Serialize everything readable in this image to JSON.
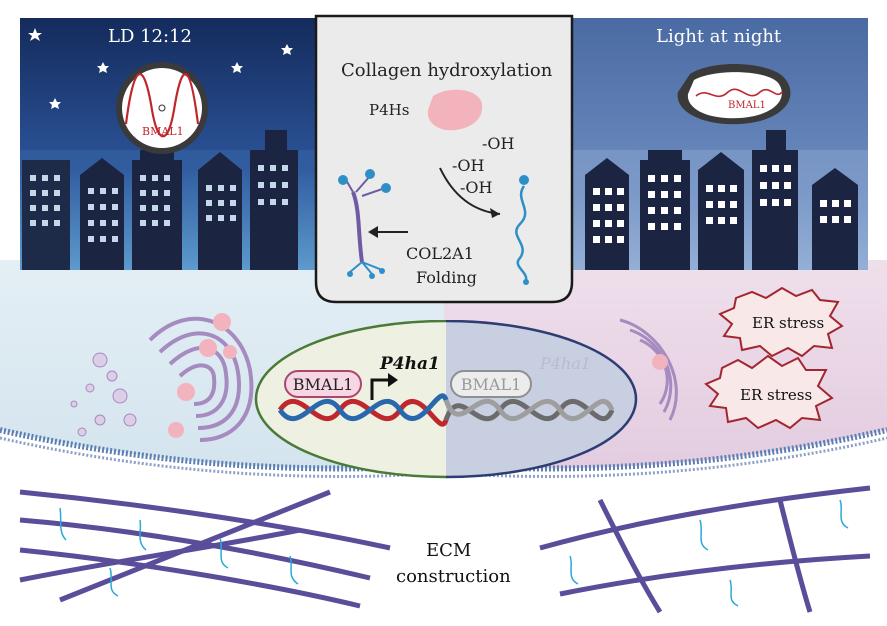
{
  "left_panel": {
    "title": "LD 12:12",
    "clock_label": "BMAL1"
  },
  "right_panel": {
    "title": "Light at night",
    "clock_label": "BMAL1"
  },
  "center_box": {
    "title": "Collagen hydroxylation",
    "enzyme_label": "P4Hs",
    "oh_labels": [
      "-OH",
      "-OH",
      "-OH"
    ],
    "protein_label": "COL2A1",
    "process_label": "Folding"
  },
  "nucleus": {
    "tf_active": "BMAL1",
    "gene_active": "P4ha1",
    "tf_inactive": "BMAL1",
    "gene_inactive": "P4ha1"
  },
  "er_stress": [
    "ER stress",
    "ER stress"
  ],
  "ecm": {
    "line1": "ECM",
    "line2": "construction"
  },
  "colors": {
    "night_sky": "#1e3a6e",
    "light_night_sky": "#6a86b5",
    "building": "#1b2440",
    "left_cell": "#dbe9f2",
    "right_cell": "#ead7e6",
    "bmal1_red": "#c0272d",
    "collagen_purple": "#6f5ba3",
    "fibril_blue": "#2aa8d8"
  }
}
